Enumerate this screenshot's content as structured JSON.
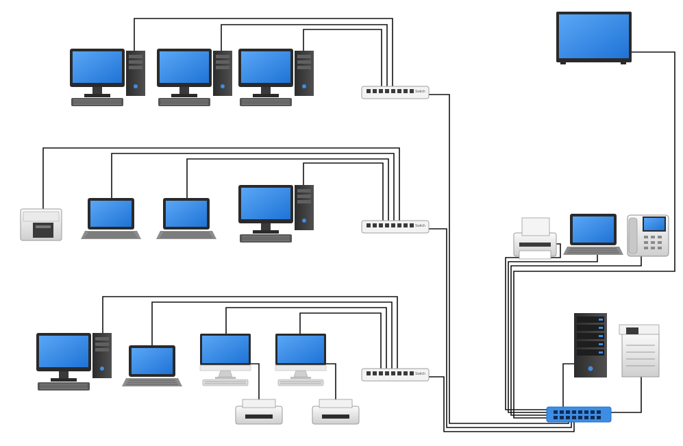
{
  "diagram": {
    "switch_label": "Switch",
    "nodes": [
      {
        "type": "tv",
        "icon": "tv-icon"
      },
      {
        "type": "desktop",
        "icon": "desktop-pc-icon"
      },
      {
        "type": "laptop",
        "icon": "laptop-icon"
      },
      {
        "type": "printer",
        "icon": "printer-icon"
      },
      {
        "type": "ip-phone",
        "icon": "ip-phone-icon"
      },
      {
        "type": "server",
        "icon": "server-rack-icon"
      },
      {
        "type": "copier",
        "icon": "copier-icon"
      },
      {
        "type": "imac",
        "icon": "all-in-one-pc-icon"
      },
      {
        "type": "switch",
        "icon": "network-switch-icon"
      },
      {
        "type": "core-switch",
        "icon": "core-switch-icon"
      }
    ],
    "colors": {
      "screen": "#2f86ec",
      "screen_edge": "#2a2a2a",
      "tower": "#3a3a3a",
      "laptop_body": "#8c8c8c",
      "switch_body": "#f1f1f1",
      "core_switch": "#3d8de4",
      "wire": "#111111"
    }
  }
}
